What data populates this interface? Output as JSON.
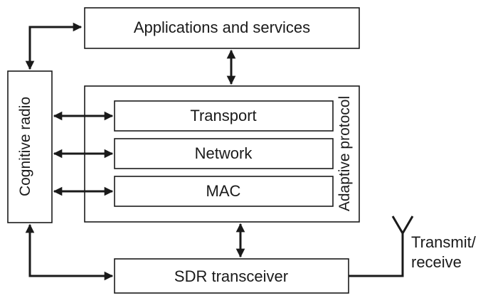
{
  "boxes": {
    "applications": "Applications and services",
    "cognitive_radio": "Cognitive radio",
    "adaptive_protocol": "Adaptive protocol",
    "transport": "Transport",
    "network": "Network",
    "mac": "MAC",
    "sdr": "SDR transceiver"
  },
  "antenna_label": {
    "line1": "Transmit/",
    "line2": "receive"
  }
}
